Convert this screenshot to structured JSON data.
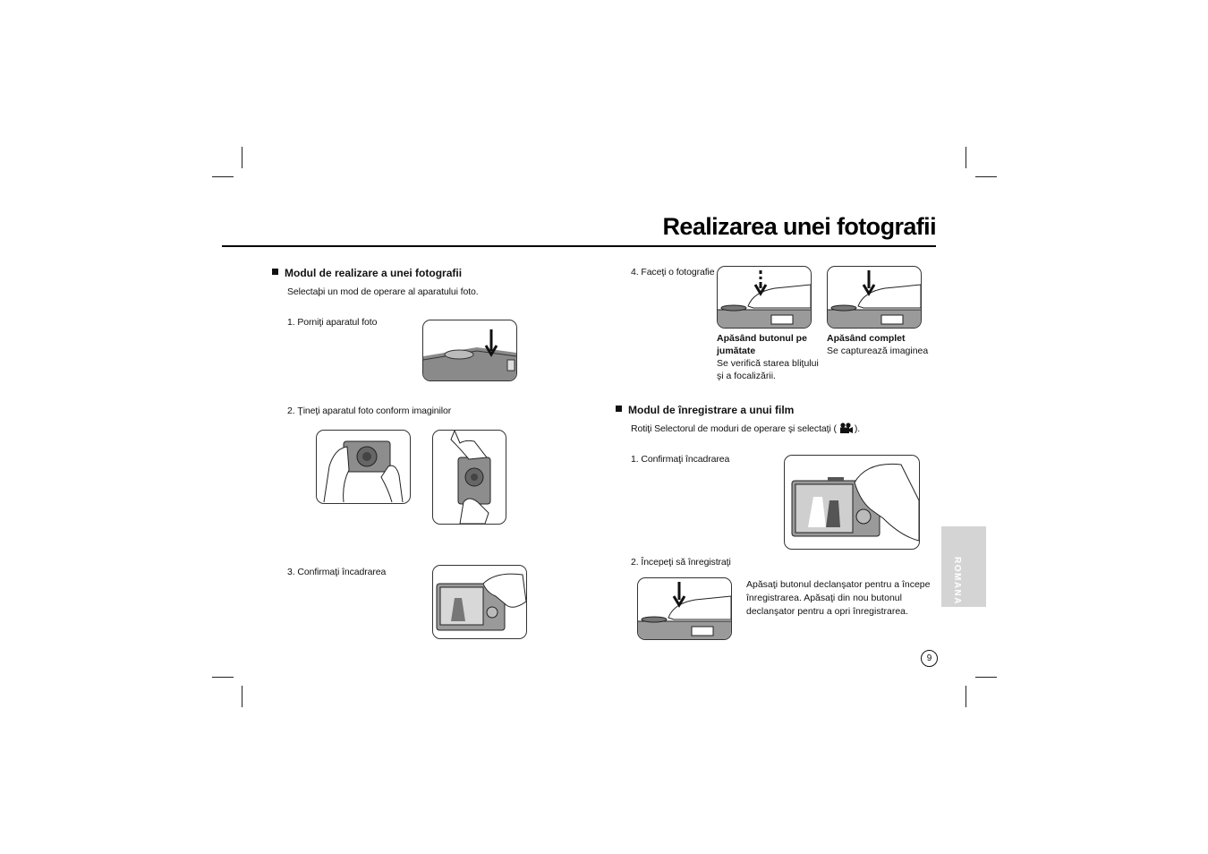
{
  "page": {
    "title": "Realizarea unei fotografii",
    "page_number": "9",
    "language_tab": "ROMANA"
  },
  "left": {
    "heading": "Modul de realizare a unei fotografii",
    "intro": "Selectaþi un mod de operare al aparatului foto.",
    "step1": "1.  Porniţi aparatul foto",
    "step2": "2.  Ţineţi aparatul foto conform imaginilor",
    "step3": "3.  Confirmaţi încadrarea"
  },
  "right": {
    "step4": "4.  Faceţi o fotografie",
    "half_press_title": "Apăsând butonul pe jumătate",
    "half_press_text": "Se verifică starea bliţului şi a focalizării.",
    "full_press_title": "Apăsând complet",
    "full_press_text": "Se capturează imaginea",
    "movie_heading": "Modul de înregistrare a unui film",
    "movie_intro_before": "Rotiţi Selectorul de moduri de operare şi selectaţi (",
    "movie_intro_after": ").",
    "movie_step1": "1.  Confirmaţi încadrarea",
    "movie_step2": "2.  Începeţi să înregistraţi",
    "movie_note": "Apăsaţi butonul declanşator pentru a începe înregistrarea. Apăsaţi din nou butonul declanşator pentru a opri înregistrarea."
  },
  "icons": {
    "bullet": "square-bullet-icon",
    "movie_mode": "movie-camera-icon"
  }
}
